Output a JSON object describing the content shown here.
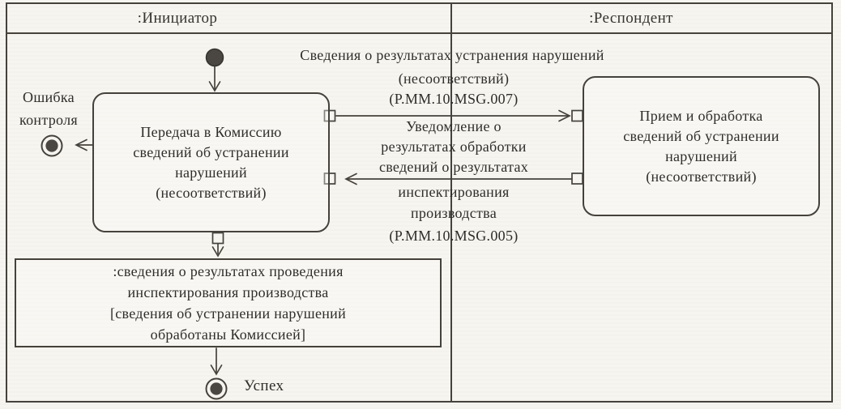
{
  "palette": {
    "ink": "#45423c",
    "paper": "#f7f5f0",
    "node_fill": "#4a4743"
  },
  "lanes": [
    {
      "label": ":Инициатор"
    },
    {
      "label": ":Респондент"
    }
  ],
  "activities": {
    "initiator": {
      "lines": [
        "Передача в Комиссию",
        "сведений об устранении",
        "нарушений",
        "(несоответствий)"
      ]
    },
    "respondent": {
      "lines": [
        "Прием и обработка",
        "сведений об устранении",
        "нарушений",
        "(несоответствий)"
      ]
    }
  },
  "object_node": {
    "lines": [
      ":сведения о результатах проведения",
      "инспектирования производства",
      "[сведения об устранении нарушений",
      "обработаны Комиссией]"
    ]
  },
  "messages": {
    "msg007": {
      "lines": [
        "Сведения о результатах устранения нарушений",
        "(несоответствий)",
        "(P.MM.10.MSG.007)"
      ]
    },
    "msg005": {
      "lines": [
        "Уведомление о",
        "результатах обработки",
        "сведений о результатах",
        "инспектирования",
        "производства",
        "(P.MM.10.MSG.005)"
      ]
    }
  },
  "terminals": {
    "error": {
      "label_lines": [
        "Ошибка",
        "контроля"
      ]
    },
    "success": {
      "label": "Успех"
    }
  }
}
